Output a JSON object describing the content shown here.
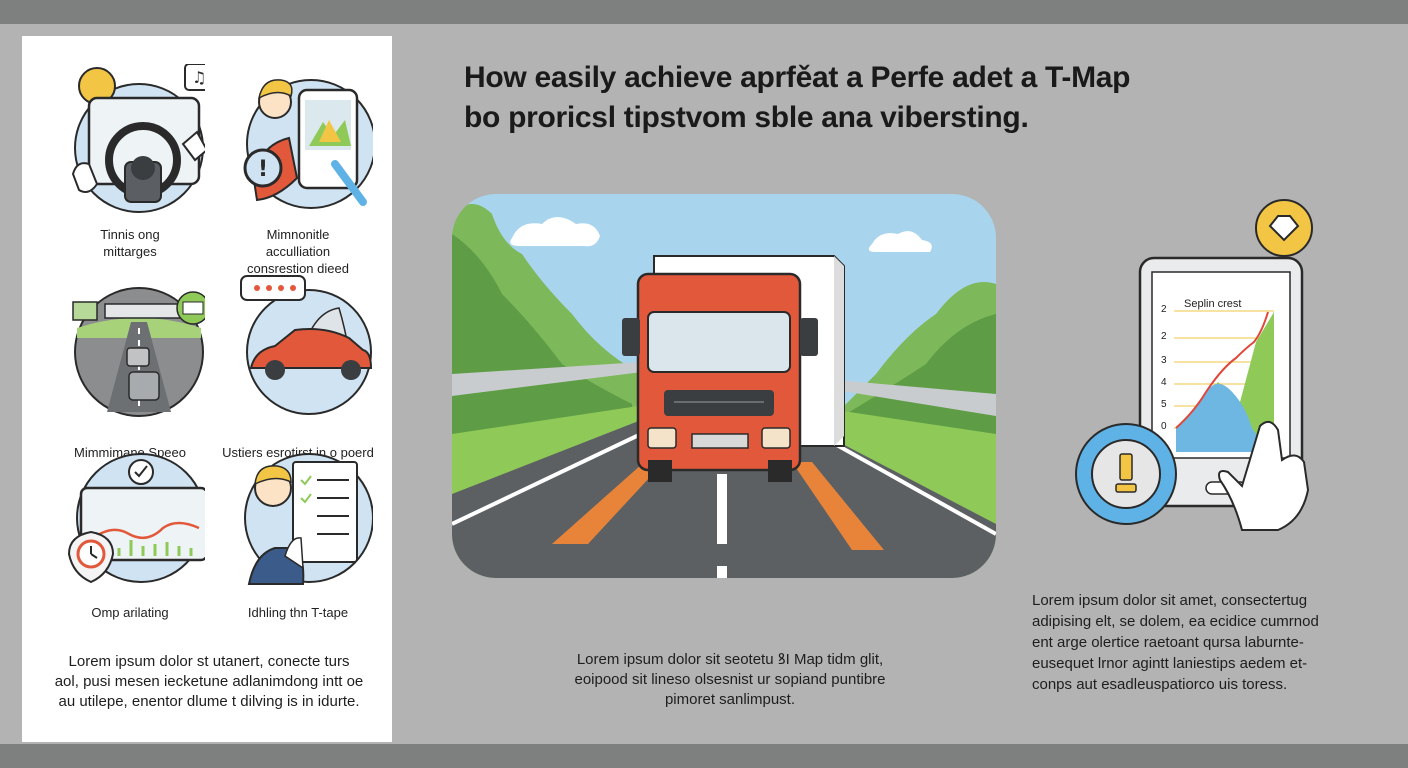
{
  "title": {
    "line1": "How easily achieve aprfěat a Perfe adet a T-Map",
    "line2": "bo proricsl tipstvom sble ana vibersting."
  },
  "features": [
    {
      "icon": "steering-wheel-icon",
      "caption_lines": [
        "Tinnis ong",
        "mittarges"
      ]
    },
    {
      "icon": "phone-alert-icon",
      "caption_lines": [
        "Mimnonitle",
        "acculliation",
        "consrestion dieed"
      ]
    },
    {
      "icon": "road-traffic-icon",
      "caption_lines": [
        "Mimmimane Speeo"
      ]
    },
    {
      "icon": "red-car-icon",
      "caption_lines": [
        "Ustiers esrotirst in o poerd"
      ]
    },
    {
      "icon": "monitor-chart-icon",
      "caption_lines": [
        "Omp arilating"
      ]
    },
    {
      "icon": "checklist-icon",
      "caption_lines": [
        "Idhling thn T-tape"
      ]
    }
  ],
  "left_text": [
    "Lorem ipsum dolor st utanert,  conecte turs",
    "aol, pusi mesen iecketune adlanimdong  intt oe",
    "au utilepe, enentor dlume t dilving is in idurte."
  ],
  "center_text": [
    "Lorem ipsum dolor sit seotetu ꝸI Map tidm glit,",
    "eoipood sit lineso olsesnist ur sopiand puntibre",
    "pimoret sanlimpust."
  ],
  "right_text": [
    "Lorem ipsum dolor sit amet, consectertug",
    "adipising elt, se dolem, ea ecidice cumrnod",
    "ent arge olertice raetoant qursa laburnte-",
    "eusequet lrnor agintt laniestips aedem et-",
    "conps aut esadleuspatiorco uis toress."
  ],
  "phone_chart": {
    "title": "Seplin crest",
    "y_ticks": [
      "2",
      "2",
      "3",
      "4",
      "5",
      "0"
    ]
  },
  "colors": {
    "truck_cab": "#e2583b",
    "road_marking": "#e8843a",
    "sky": "#a9d4ee",
    "chart_area": "#6fb7e3",
    "chart_green": "#8fca58",
    "chart_line": "#e0473a",
    "badge_yellow": "#f2c544",
    "alert_ring": "#5fb2e5"
  }
}
